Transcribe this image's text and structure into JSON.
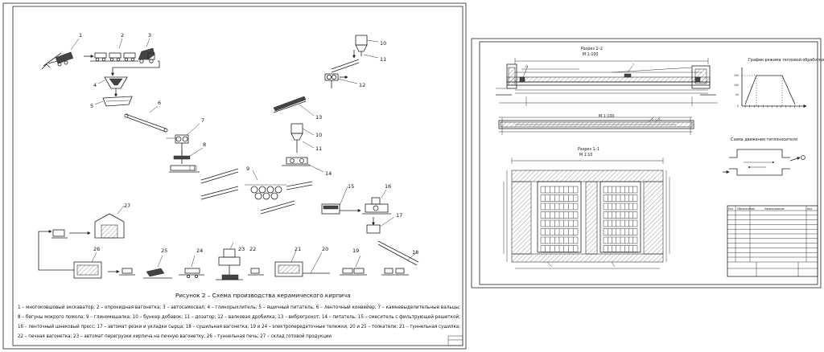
{
  "sheet1": {
    "caption": "Рисунок 2 – Схема производства керамического кирпича",
    "legend_lines": [
      "1 – многоковшовый экскаватор; 2 – опрокидная вагонетка; 3 – автосамосвал; 4 – глинорыхлитель; 5 – ящичный питатель; 6 – ленточный конвейер; 7 – камневыделительные вальцы;",
      "8 – бегуны мокрого помола; 9 – глиномешалка; 10 – бункер добавок; 11 – дозатор; 12 – валковая дробилка; 13 – виброгрохот; 14 – питатель; 15 – смеситель с фильтрующей решеткой;",
      "16 – ленточный шнековый пресс; 17 – автомат резки и укладки сырца; 18 – сушильная вагонетка; 19 и 24 – электропередаточные тележки; 20 и 25 – толкатели; 21 – туннельная сушилка;",
      "22 – печная вагонетка; 23 – автомат перегрузки кирпича на печную вагонетку; 26 – туннельная печь; 27 – склад готовой продукции"
    ],
    "labels": [
      "1",
      "2",
      "3",
      "4",
      "5",
      "6",
      "7",
      "8",
      "9",
      "10",
      "11",
      "12",
      "13",
      "10",
      "11",
      "14",
      "15",
      "16",
      "17",
      "18",
      "19",
      "20",
      "21",
      "22",
      "23",
      "24",
      "25",
      "26",
      "27"
    ]
  },
  "sheet2": {
    "section_22_title": "Разрез 2–2",
    "section_22_scale": "М 1:100",
    "plan_scale": "М 1:100",
    "section_11_title": "Разрез 1–1",
    "section_11_scale": "М 1:10",
    "graph_title": "График режима тепловой обработки",
    "scheme_title": "Схема движения теплоносителя",
    "callouts": [
      "15",
      "7",
      "1",
      "2",
      "3",
      "4",
      "5",
      "6"
    ],
    "graph_y_ticks": [
      "150",
      "100",
      "50",
      "0"
    ],
    "spec_header": [
      "Поз.",
      "Обозначение",
      "Наименование",
      "Кол."
    ]
  }
}
